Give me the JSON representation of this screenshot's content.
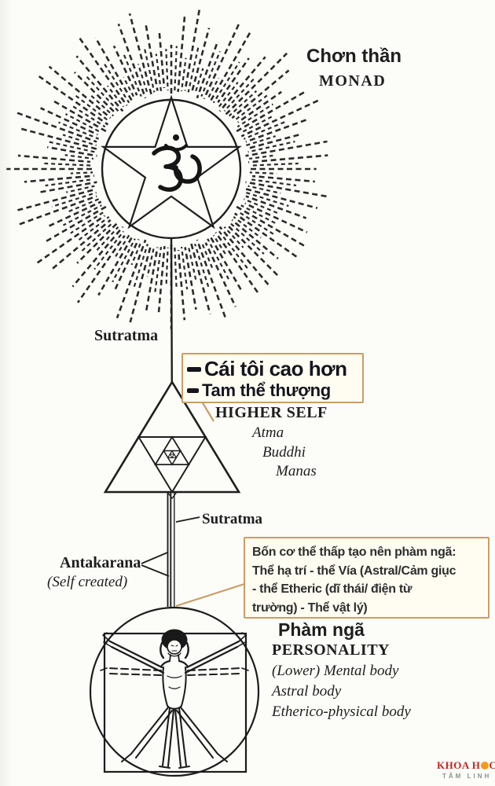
{
  "monad": {
    "title_vi": "Chơn thần",
    "title_en": "MONAD"
  },
  "labels": {
    "sutratma_top": "Sutratma",
    "sutratma_mid": "Sutratma",
    "antakarana": "Antakarana",
    "antakarana_sub": "(Self created)"
  },
  "higher_self_callout": {
    "line1": "Cái tôi cao hơn",
    "line2": "Tam thể thượng"
  },
  "higher_self": {
    "title": "HIGHER SELF",
    "principles": [
      "Atma",
      "Buddhi",
      "Manas"
    ]
  },
  "lower_bodies_callout": {
    "lines": [
      "Bốn cơ thể thấp tạo nên phàm ngã:",
      "Thể hạ trí - thể Vía (Astral/Cảm giục",
      "- thể Etheric (dĩ thái/ điện từ",
      "trường) - Thể vật lý)"
    ]
  },
  "personality": {
    "title_vi": "Phàm ngã",
    "title_en": "PERSONALITY",
    "bodies": [
      "(Lower) Mental body",
      "Astral body",
      "Etherico-physical body"
    ]
  },
  "watermark": {
    "pre": "KHOA H",
    "post": "C",
    "bottom": "TÂM LINH"
  },
  "icons": {
    "sun": "monad-starburst-sun",
    "star": "five-pointed-star",
    "om": "om-symbol",
    "triangles": "nested-triangles-higher-self",
    "man": "vitruvian-man"
  },
  "colors": {
    "callout_border": "#c99e62",
    "callout_bg": "#fffdf2",
    "ink": "#1e1e1e",
    "logo_red": "#c0271e",
    "logo_orange": "#f59b1c",
    "logo_gray": "#8f8f8f"
  }
}
